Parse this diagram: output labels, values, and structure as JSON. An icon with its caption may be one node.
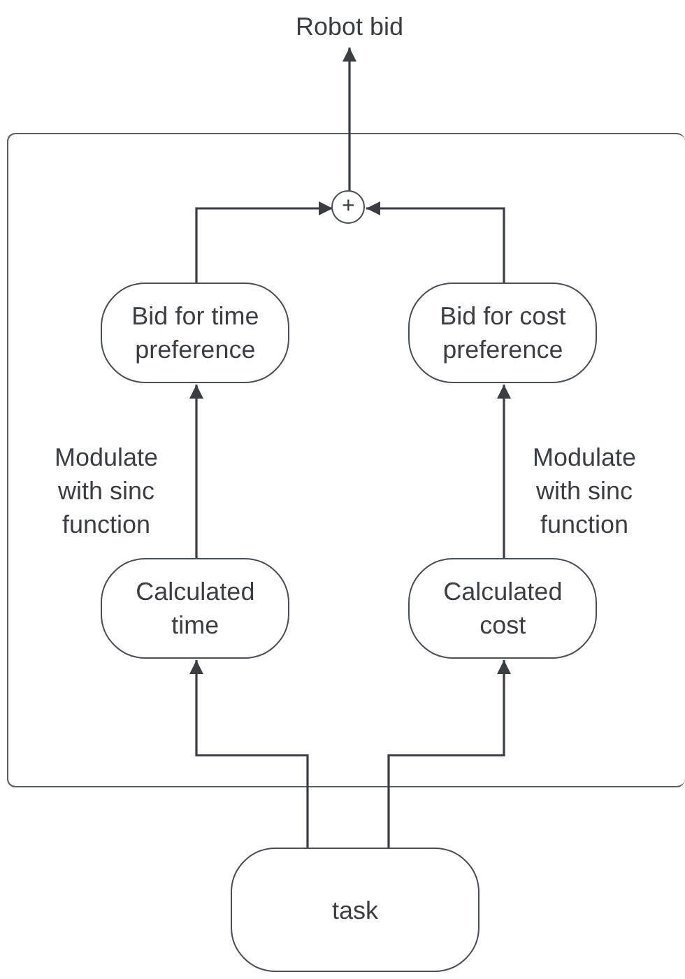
{
  "diagram": {
    "nodes": [
      {
        "text": [],
        "shape": "box"
      },
      {
        "text": [
          "Robot bid"
        ]
      },
      {
        "text": [
          "+"
        ],
        "in": 0
      },
      {
        "text": [
          "Bid for time preference"
        ],
        "in": 0
      },
      {
        "text": [
          "Bid for cost preference"
        ],
        "in": 0
      },
      {
        "text": [
          "Calculated time"
        ],
        "in": 0
      },
      {
        "text": [
          "Calculated cost"
        ],
        "in": 0
      },
      {
        "text": [
          "task"
        ]
      }
    ],
    "edges": [
      {
        "from": 2,
        "to": 1,
        "arrow": "to"
      },
      {
        "from": 3,
        "to": 2,
        "arrow": "to"
      },
      {
        "from": 4,
        "to": 2,
        "arrow": "to"
      },
      {
        "from": 5,
        "to": 3,
        "arrow": "to",
        "label": "Modulate with sinc function"
      },
      {
        "from": 6,
        "to": 4,
        "arrow": "to",
        "label": "Modulate with sinc function"
      },
      {
        "from": 7,
        "to": 5,
        "arrow": "to"
      },
      {
        "from": 7,
        "to": 6,
        "arrow": "to"
      }
    ]
  }
}
